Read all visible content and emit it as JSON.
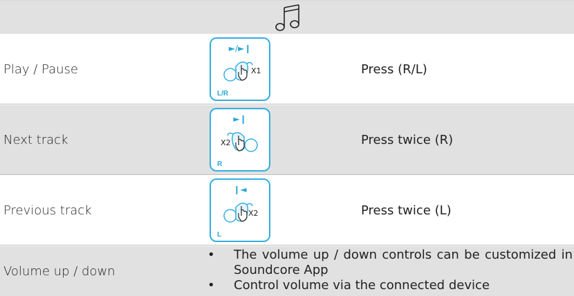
{
  "header": {
    "icon": "music-note-icon"
  },
  "rows": [
    {
      "action": "Play / Pause",
      "icon_symbol": "►/►❙",
      "count": "X1",
      "side": "L/R",
      "operation": "Press (R/L)"
    },
    {
      "action": "Next track",
      "icon_symbol": "►❙",
      "count": "X2",
      "side": "R",
      "operation": "Press twice (R)"
    },
    {
      "action": "Previous track",
      "icon_symbol": "❙◄",
      "count": "X2",
      "side": "L",
      "operation": "Press twice (L)"
    }
  ],
  "volume": {
    "action": "Volume up / down",
    "notes": [
      "The volume up / down controls can be customized in Soundcore App",
      "Control volume via the connected device"
    ]
  },
  "colors": {
    "accent": "#33aee0",
    "shaded": "#e1e1e1"
  }
}
